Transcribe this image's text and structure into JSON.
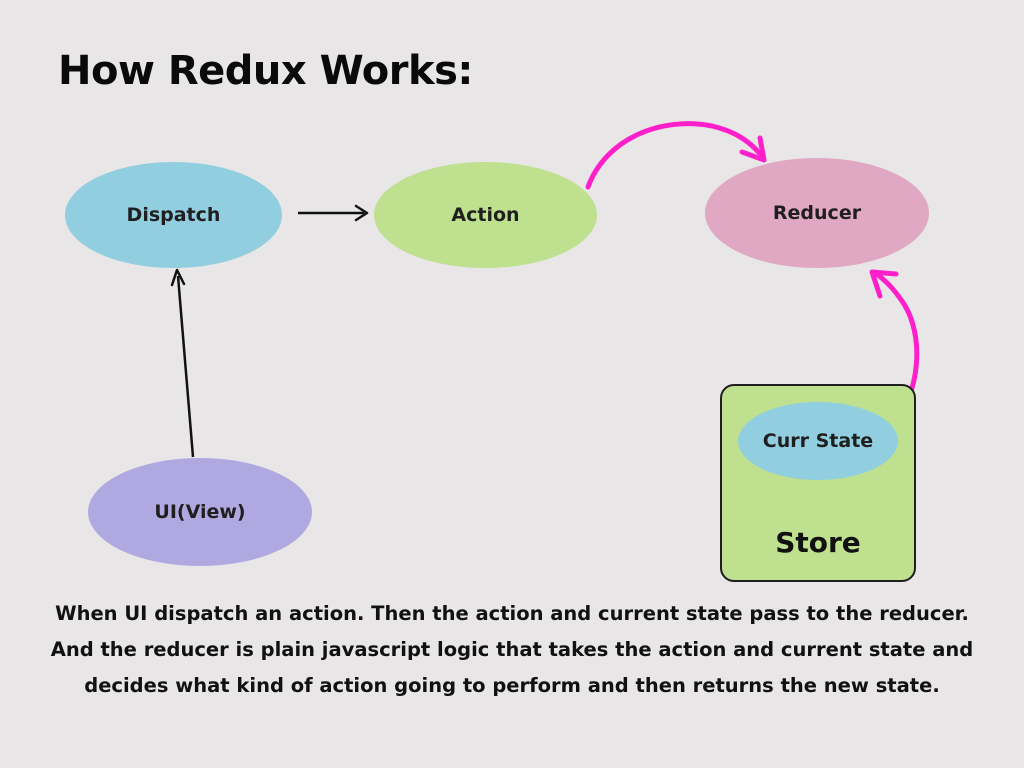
{
  "title": "How Redux Works:",
  "nodes": {
    "dispatch": "Dispatch",
    "action": "Action",
    "reducer": "Reducer",
    "ui_view": "UI(View)",
    "curr_state": "Curr State",
    "store": "Store"
  },
  "description": "When  UI dispatch an action. Then the action and current state pass to the reducer. And the reducer is plain javascript logic that takes the action and current state and decides what kind of action going to perform and then returns the new state.",
  "colors": {
    "background": "#e8e6e7",
    "dispatch": "#91cfe0",
    "action": "#bfe08f",
    "reducer": "#e0a8c2",
    "ui_view": "#b0a8e0",
    "store": "#bfe08f",
    "curr_state": "#91cfe0",
    "arrow_black": "#111111",
    "arrow_magenta": "#ff1fcb"
  }
}
